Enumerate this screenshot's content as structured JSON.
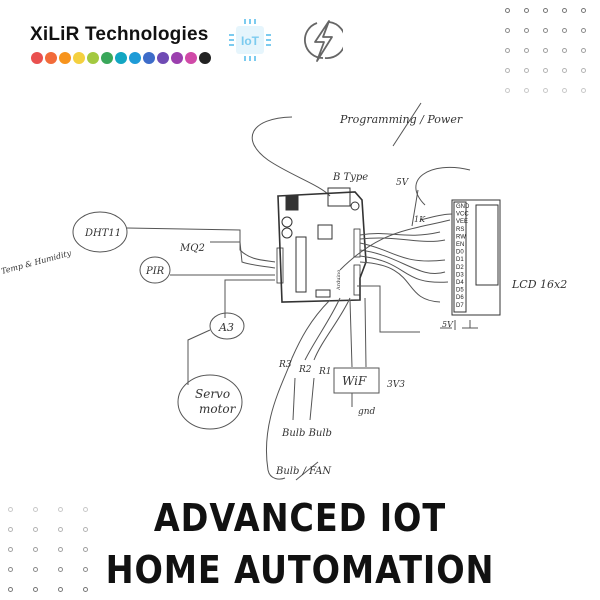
{
  "header": {
    "brand": "XiLiR Technologies",
    "brand_colors": [
      "#e9504f",
      "#f26b3a",
      "#f7941d",
      "#f4d03f",
      "#a3c940",
      "#3aa75a",
      "#12a6c2",
      "#1e9bd7",
      "#3d6cc9",
      "#6f4bb4",
      "#9b3fae",
      "#d04aa8",
      "#222222"
    ],
    "iot_icon_label": "IoT",
    "iot_icon_color": "#7ccbef"
  },
  "diagram": {
    "labels": {
      "programming": "Programming / Power",
      "btype": "B Type",
      "five_v_top": "5V",
      "resistor": "1K",
      "dht": "DHT11",
      "temp_humidity": "Temp & Humidity",
      "mq2": "MQ2",
      "pir": "PIR",
      "a3": "A3",
      "servo_1": "Servo",
      "servo_2": "motor",
      "r3": "R3",
      "r2": "R2",
      "r1": "R1",
      "wifi": "WiF",
      "v33": "3V3",
      "gnd": "gnd",
      "bulb_bulb": "Bulb Bulb",
      "bulb_fan": "Bulb / FAN",
      "lcd": "LCD 16x2",
      "five_v_bottom": "5V",
      "arduino": "Arduino"
    },
    "lcd_pins": [
      "GND",
      "VCC",
      "VEE",
      "RS",
      "RW",
      "EN",
      "D0",
      "D1",
      "D2",
      "D3",
      "D4",
      "D5",
      "D6",
      "D7"
    ]
  },
  "footer": {
    "title_line1": "ADVANCED IOT",
    "title_line2": "HOME AUTOMATION"
  }
}
